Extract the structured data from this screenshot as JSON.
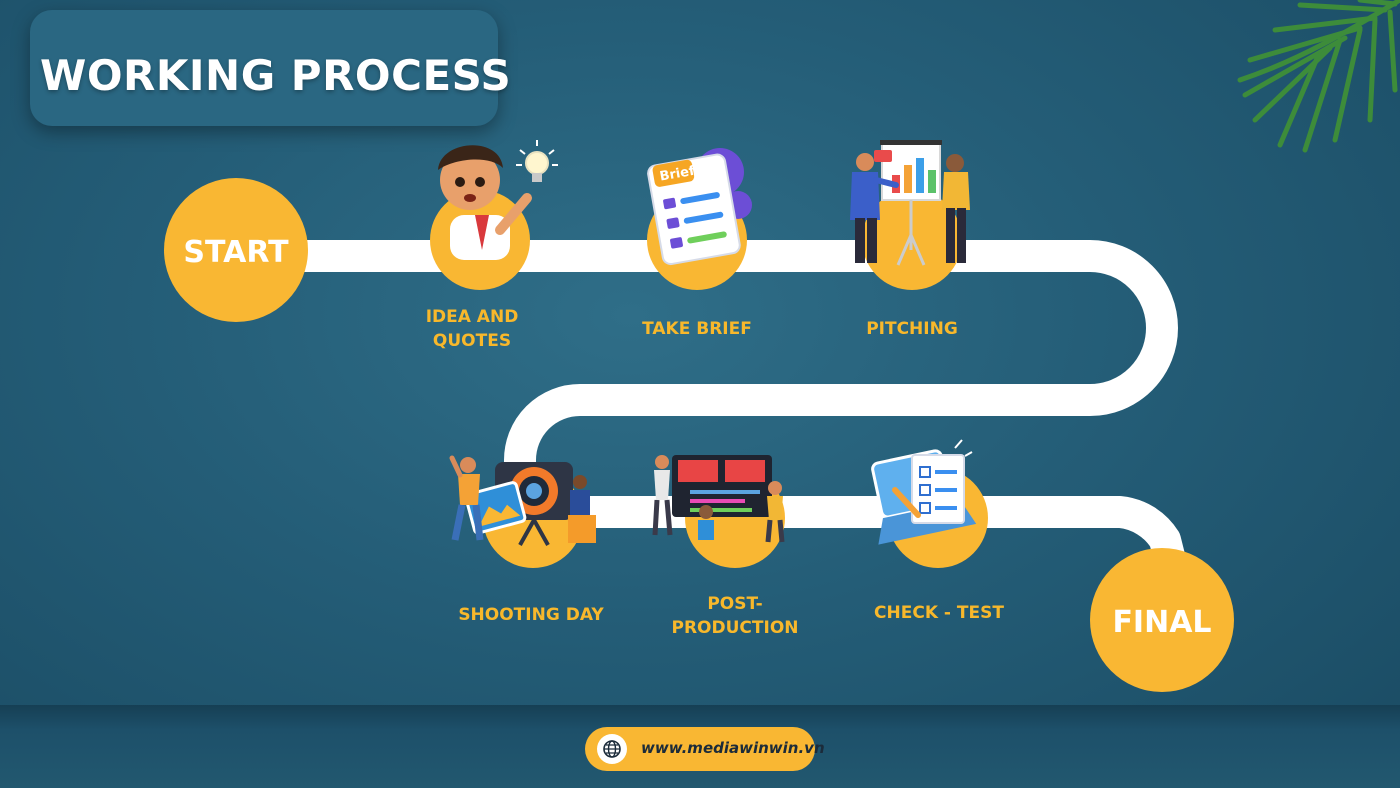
{
  "title": "WORKING PROCESS",
  "start_label": "START",
  "final_label": "FINAL",
  "steps": [
    {
      "label_line1": "IDEA AND",
      "label_line2": "QUOTES",
      "icon": "idea-person-lightbulb-icon"
    },
    {
      "label_line1": "TAKE BRIEF",
      "label_line2": "",
      "icon": "brief-document-icon",
      "icon_text": "Brief"
    },
    {
      "label_line1": "PITCHING",
      "label_line2": "",
      "icon": "pitching-presentation-icon"
    },
    {
      "label_line1": "SHOOTING DAY",
      "label_line2": "",
      "icon": "camera-shooting-icon"
    },
    {
      "label_line1": "POST-",
      "label_line2": "PRODUCTION",
      "icon": "video-editing-icon"
    },
    {
      "label_line1": "CHECK - TEST",
      "label_line2": "",
      "icon": "checklist-laptop-icon"
    }
  ],
  "website": "www.mediawinwin.vn",
  "colors": {
    "accent": "#f9b733",
    "background": "#245d77",
    "path": "#ffffff"
  }
}
